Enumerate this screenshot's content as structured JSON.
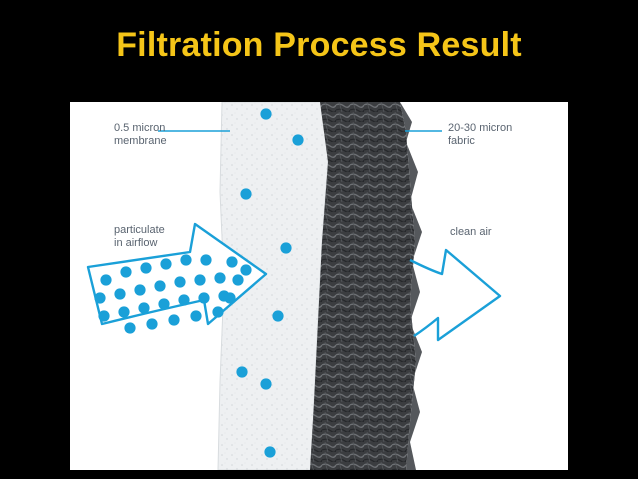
{
  "slide": {
    "title": "Filtration Process Result"
  },
  "diagram": {
    "labels": {
      "membrane": [
        "0.5 micron",
        "membrane"
      ],
      "fabric": [
        "20-30 micron",
        "fabric"
      ],
      "particulate": [
        "particulate",
        "in airflow"
      ],
      "clean_air": "clean air"
    },
    "colors": {
      "title": "#f5c518",
      "particle": "#1aa0d8",
      "membrane": "#e9ecef",
      "fabric": "#3b3d40",
      "label": "#5a6470"
    }
  }
}
